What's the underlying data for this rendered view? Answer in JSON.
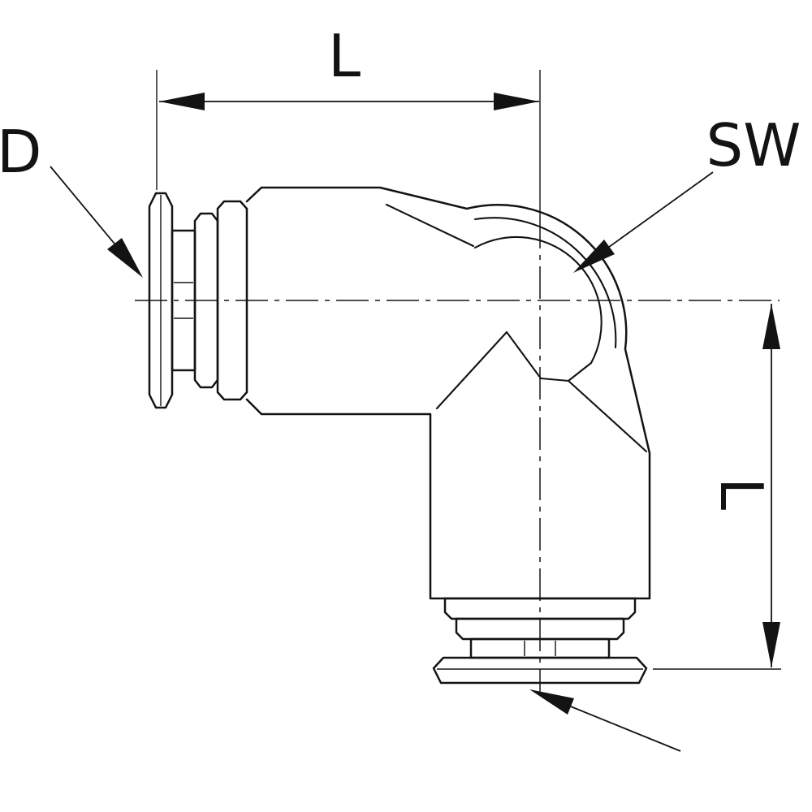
{
  "drawing": {
    "labels": {
      "dim_horizontal": "L",
      "dim_vertical": "L",
      "diameter_leader": "D",
      "wrench_size_leader": "SW"
    },
    "colors": {
      "line": "#131313",
      "background": "#ffffff"
    }
  }
}
